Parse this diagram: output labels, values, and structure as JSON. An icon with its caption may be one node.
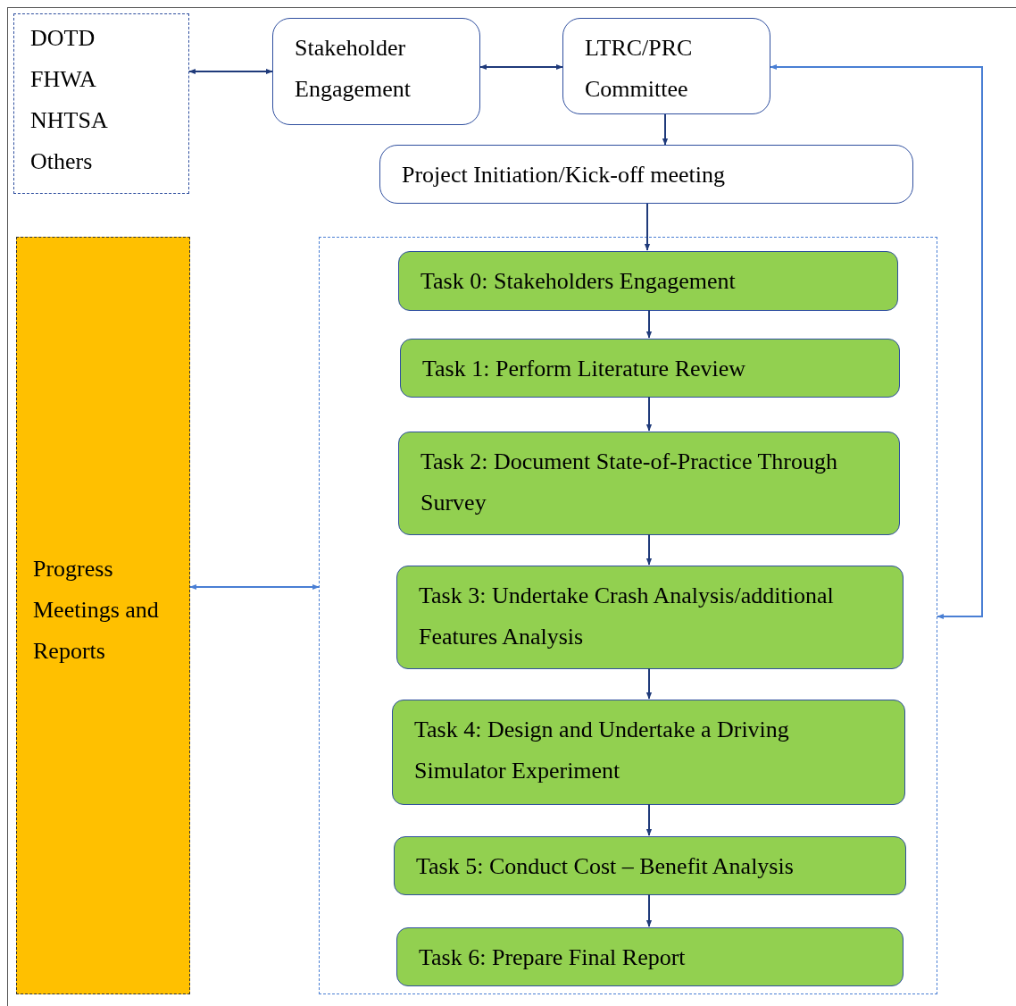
{
  "diagram": {
    "nodes": [
      {
        "text": [
          "DOTD",
          "FHWA",
          "NHTSA",
          "Others"
        ]
      },
      {
        "text": [
          "Stakeholder Engagement"
        ]
      },
      {
        "text": [
          "LTRC/PRC Committee"
        ]
      },
      {
        "text": [
          "Project Initiation/Kick-off meeting"
        ]
      },
      {
        "text": [
          "Progress Meetings and Reports"
        ]
      },
      {
        "text": [],
        "shape": "box"
      },
      {
        "text": [
          "Task 0: Stakeholders Engagement"
        ],
        "in": 5
      },
      {
        "text": [
          "Task 1: Perform Literature Review"
        ],
        "in": 5
      },
      {
        "text": [
          "Task 2: Document State-of-Practice Through Survey"
        ],
        "in": 5
      },
      {
        "text": [
          "Task 3: Undertake Crash Analysis/additional Features Analysis"
        ],
        "in": 5
      },
      {
        "text": [
          "Task 4: Design and Undertake a Driving Simulator Experiment"
        ],
        "in": 5
      },
      {
        "text": [
          "Task 5: Conduct Cost – Benefit Analysis"
        ],
        "in": 5
      },
      {
        "text": [
          "Task 6: Prepare Final Report"
        ],
        "in": 5
      }
    ],
    "edges": [
      {
        "from": 0,
        "to": 1,
        "arrow": "both"
      },
      {
        "from": 1,
        "to": 2,
        "arrow": "both"
      },
      {
        "from": 2,
        "to": 3,
        "arrow": "to"
      },
      {
        "from": 3,
        "to": 6,
        "arrow": "to"
      },
      {
        "from": 6,
        "to": 7,
        "arrow": "to"
      },
      {
        "from": 7,
        "to": 8,
        "arrow": "to"
      },
      {
        "from": 8,
        "to": 9,
        "arrow": "to"
      },
      {
        "from": 9,
        "to": 10,
        "arrow": "to"
      },
      {
        "from": 10,
        "to": 11,
        "arrow": "to"
      },
      {
        "from": 11,
        "to": 12,
        "arrow": "to"
      },
      {
        "from": 4,
        "to": 5,
        "arrow": "both",
        "color": "#4a7fd4"
      },
      {
        "from": 5,
        "to": 2,
        "arrow": "both",
        "color": "#4a7fd4"
      }
    ]
  }
}
